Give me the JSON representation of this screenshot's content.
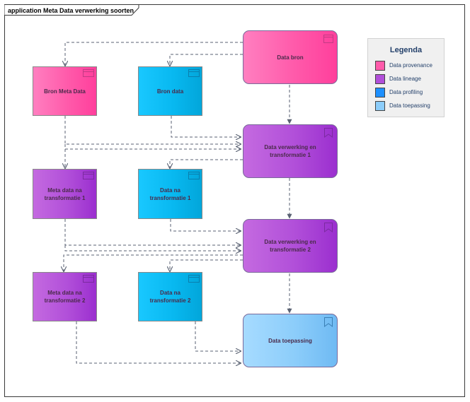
{
  "diagram": {
    "title": "application Meta Data verwerking soorten"
  },
  "nodes": {
    "data_bron": "Data bron",
    "bron_meta_data": "Bron Meta Data",
    "bron_data": "Bron data",
    "verwerking_1": "Data verwerking en transformatie 1",
    "meta_na_1": "Meta data na transformatie 1",
    "data_na_1": "Data na transformatie 1",
    "verwerking_2": "Data verwerking en transformatie 2",
    "meta_na_2": "Meta data na transformatie 2",
    "data_na_2": "Data na transformatie 2",
    "toepassing": "Data toepassing"
  },
  "legend": {
    "title": "Legenda",
    "items": [
      {
        "label": "Data provenance",
        "color": "#ff5aaa"
      },
      {
        "label": "Data lineage",
        "color": "#b14fd9"
      },
      {
        "label": "Data profiling",
        "color": "#1e90ff"
      },
      {
        "label": "Data toepassing",
        "color": "#8ccdfa"
      }
    ]
  },
  "colors": {
    "provenance": "#ff5aaa",
    "lineage": "#b14fd9",
    "profiling": "#08b8f0",
    "application": "#8ccdfa",
    "edge": "#5a6273"
  },
  "icons": {
    "artifact": "component-icon",
    "process": "bookmark-icon"
  }
}
